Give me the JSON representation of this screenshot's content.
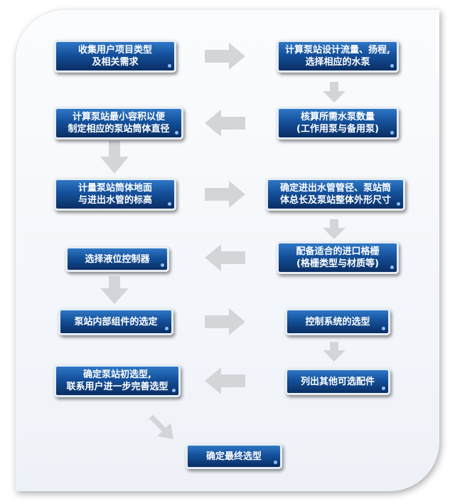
{
  "flowchart": {
    "steps": [
      {
        "id": "s1",
        "label": "收集用户项目类型\n及相关需求"
      },
      {
        "id": "s2",
        "label": "计算泵站设计流量、扬程,\n选择相应的水泵"
      },
      {
        "id": "s3",
        "label": "核算所需水泵数量\n(工作用泵与备用泵)"
      },
      {
        "id": "s4",
        "label": "计算泵站最小容积以便\n制定相应的泵站筒体直径"
      },
      {
        "id": "s5",
        "label": "计量泵站筒体地面\n与进出水管的标高"
      },
      {
        "id": "s6",
        "label": "确定进出水管管径、泵站筒\n体总长及泵站整体外形尺寸"
      },
      {
        "id": "s7",
        "label": "配备适合的进口格栅\n(格栅类型与材质等)"
      },
      {
        "id": "s8",
        "label": "选择液位控制器"
      },
      {
        "id": "s9",
        "label": "泵站内部组件的选定"
      },
      {
        "id": "s10",
        "label": "控制系统的选型"
      },
      {
        "id": "s11",
        "label": "列出其他可选配件"
      },
      {
        "id": "s12",
        "label": "确定泵站初选型,\n联系用户进一步完善选型"
      },
      {
        "id": "s13",
        "label": "确定最终选型"
      }
    ],
    "connections": [
      {
        "from": "s1",
        "to": "s2",
        "direction": "right"
      },
      {
        "from": "s2",
        "to": "s3",
        "direction": "down"
      },
      {
        "from": "s3",
        "to": "s4",
        "direction": "left"
      },
      {
        "from": "s4",
        "to": "s5",
        "direction": "down"
      },
      {
        "from": "s5",
        "to": "s6",
        "direction": "right"
      },
      {
        "from": "s6",
        "to": "s7",
        "direction": "down"
      },
      {
        "from": "s7",
        "to": "s8",
        "direction": "left"
      },
      {
        "from": "s8",
        "to": "s9",
        "direction": "down"
      },
      {
        "from": "s9",
        "to": "s10",
        "direction": "right"
      },
      {
        "from": "s10",
        "to": "s11",
        "direction": "down"
      },
      {
        "from": "s11",
        "to": "s12",
        "direction": "left"
      },
      {
        "from": "s12",
        "to": "s13",
        "direction": "down-right"
      }
    ],
    "colors": {
      "box_top": "#2f77c6",
      "box_bottom": "#0a2e63",
      "box_border": "#e6ecf4",
      "arrow": "#d3d5d9",
      "panel": "#f4f7fb"
    }
  }
}
